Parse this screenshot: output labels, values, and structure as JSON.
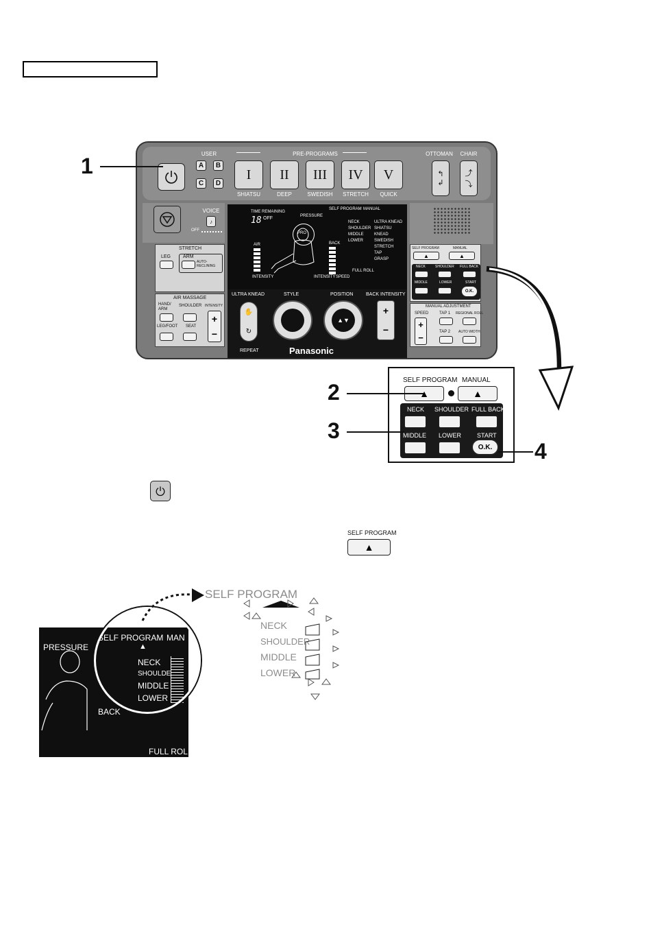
{
  "remote": {
    "user_label": "USER",
    "user_buttons": [
      "A",
      "B",
      "C",
      "D"
    ],
    "preprograms_label": "PRE-PROGRAMS",
    "programs": [
      {
        "numeral": "I",
        "name": "SHIATSU"
      },
      {
        "numeral": "II",
        "name": "DEEP"
      },
      {
        "numeral": "III",
        "name": "SWEDISH"
      },
      {
        "numeral": "IV",
        "name": "STRETCH"
      },
      {
        "numeral": "V",
        "name": "QUICK"
      }
    ],
    "ottoman_label": "OTTOMAN",
    "chair_label": "CHAIR",
    "voice_label": "VOICE",
    "voice_off_label": "OFF",
    "stretch": {
      "title": "STRETCH",
      "leg": "LEG",
      "arm": "ARM",
      "auto": "AUTO-\nRECLINING"
    },
    "air_massage": {
      "title": "AIR MASSAGE",
      "hand_arm": "HAND/\nARM",
      "shoulder": "SHOULDER",
      "intensity": "INTENSITY",
      "leg_foot": "LEG/FOOT",
      "seat": "SEAT"
    },
    "lcd": {
      "time_remaining": "TIME REMAINING",
      "time_value": "18",
      "off": "OFF",
      "pressure": "PRESSURE",
      "self_program": "SELF PROGRAM",
      "manual": "MANUAL",
      "areas": [
        "NECK",
        "SHOULDER",
        "MIDDLE",
        "LOWER"
      ],
      "modes": [
        "ULTRA KNEAD",
        "SHIATSU",
        "KNEAD",
        "SWEDISH",
        "STRETCH",
        "TAP",
        "GRASP"
      ],
      "air": "AIR",
      "back": "BACK",
      "intensity": "INTENSITY",
      "intensity2": "INTENSITY",
      "speed": "SPEED",
      "full_roll": "FULL ROLL",
      "pro": "PRO"
    },
    "controls": {
      "ultra_knead": "ULTRA KNEAD",
      "style": "STYLE",
      "position": "POSITION",
      "back_intensity": "BACK INTENSITY",
      "repeat": "REPEAT",
      "brand": "Panasonic"
    },
    "right_panel": {
      "self_program": "SELF PROGRAM",
      "manual": "MANUAL",
      "neck": "NECK",
      "shoulder": "SHOULDER",
      "full_back": "FULL BACK",
      "middle": "MIDDLE",
      "lower": "LOWER",
      "start": "START",
      "ok": "O.K.",
      "manual_adjustment": "MANUAL ADJUSTMENT",
      "speed": "SPEED",
      "tap1": "TAP 1",
      "regional_roll": "REGIONAL ROLL",
      "tap2": "TAP 2",
      "auto_width": "AUTO WIDTH"
    }
  },
  "callouts": [
    "1",
    "2",
    "3",
    "4"
  ],
  "zoom": {
    "self_program": "SELF PROGRAM",
    "manual": "MANUAL",
    "neck": "NECK",
    "shoulder": "SHOULDER",
    "full_back": "FULL BACK",
    "middle": "MIDDLE",
    "lower": "LOWER",
    "start": "START",
    "ok": "O.K."
  },
  "inline_self_program": "SELF PROGRAM",
  "display_detail": {
    "pressure": "PRESSURE",
    "self_program": "SELF PROGRAM",
    "manual": "MAN",
    "areas": [
      "NECK",
      "SHOULDER",
      "MIDDLE",
      "LOWER"
    ],
    "back": "BACK",
    "full_roll": "FULL ROL"
  },
  "blink_detail": {
    "self_program": "SELF PROGRAM",
    "areas": [
      "NECK",
      "SHOULDER",
      "MIDDLE",
      "LOWER"
    ]
  }
}
